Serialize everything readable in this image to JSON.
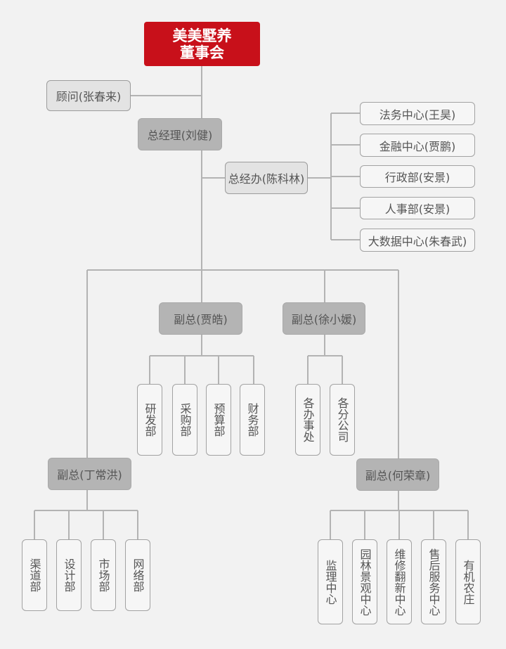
{
  "root": {
    "line1": "美美墅养",
    "line2": "董事会"
  },
  "advisor": "顾问(张春来)",
  "gm": "总经理(刘健)",
  "office": "总经办(陈科林)",
  "office_depts": [
    "法务中心(王昊)",
    "金融中心(贾鹏)",
    "行政部(安景)",
    "人事部(安景)",
    "大数据中心(朱春武)"
  ],
  "vp_jia": {
    "title": "副总(贾皓)",
    "depts": [
      "研发部",
      "采购部",
      "预算部",
      "财务部"
    ]
  },
  "vp_xu": {
    "title": "副总(徐小媛)",
    "depts": [
      "各办事处",
      "各分公司"
    ]
  },
  "vp_ding": {
    "title": "副总(丁常洪)",
    "depts": [
      "渠道部",
      "设计部",
      "市场部",
      "网络部"
    ]
  },
  "vp_he": {
    "title": "副总(何荣章)",
    "depts": [
      "监理中心",
      "园林景观中心",
      "维修翻新中心",
      "售后服务中心",
      "有机农庄"
    ]
  },
  "colors": {
    "root": "#c8101a",
    "line": "#b3b3b3",
    "node_gray": "#b4b4b4",
    "background": "#f2f2f2"
  }
}
